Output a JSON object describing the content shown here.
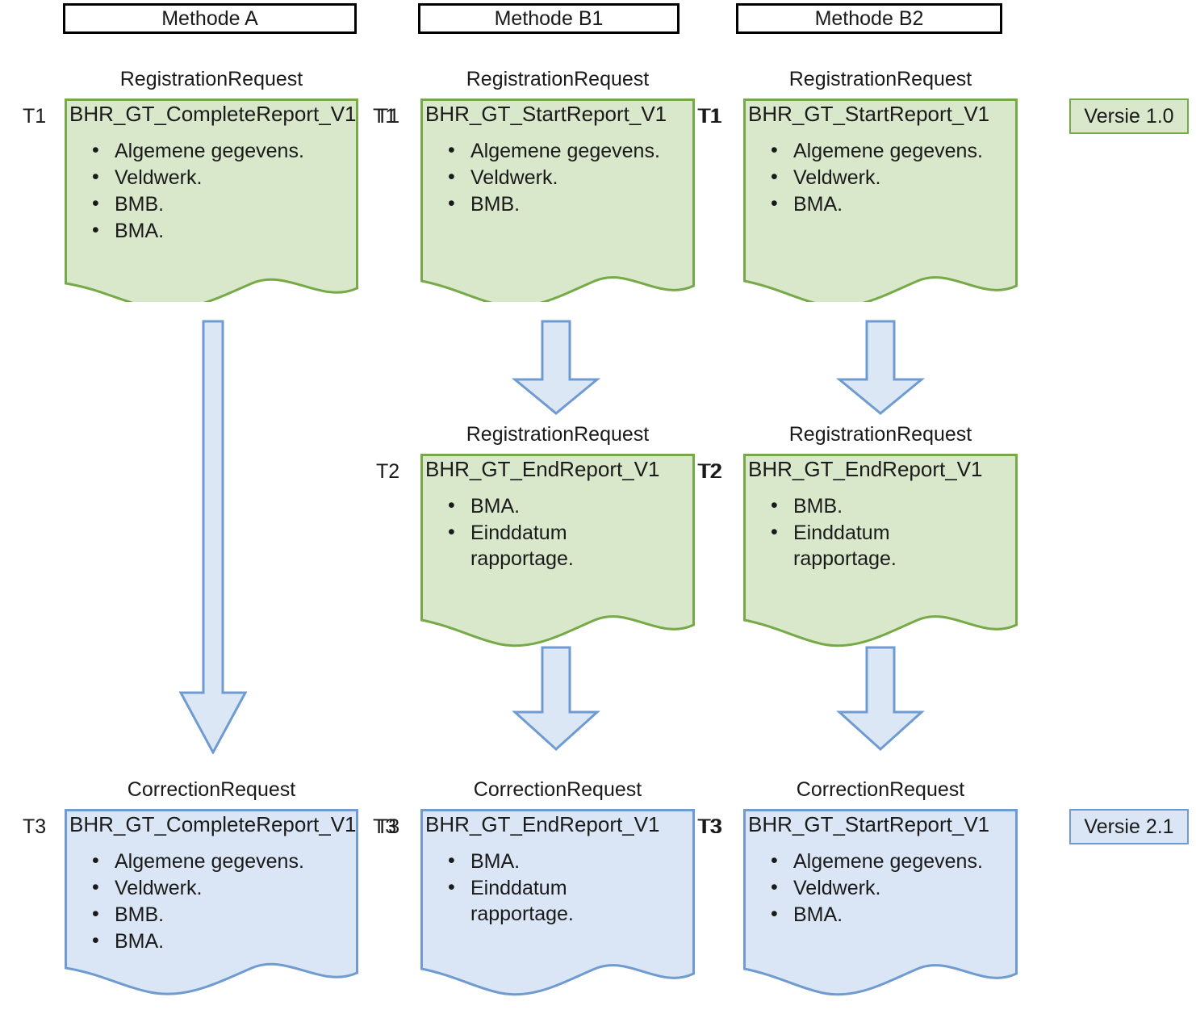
{
  "columns": [
    {
      "id": "a",
      "header": "Methode A"
    },
    {
      "id": "b1",
      "header": "Methode B1"
    },
    {
      "id": "b2",
      "header": "Methode B2"
    }
  ],
  "legend": {
    "version_old": "Versie 1.0",
    "version_new": "Versie 2.1"
  },
  "colors": {
    "green_fill": "#d9e8cb",
    "green_stroke": "#76aa48",
    "blue_fill": "#dae6f5",
    "blue_stroke": "#6f9bd1",
    "arrow_fill": "#dce7f6",
    "arrow_stroke": "#6f9bd1",
    "header_stroke": "#000000"
  },
  "documents": {
    "a_t1": {
      "caption": "RegistrationRequest",
      "title": "BHR_GT_CompleteReport_V1",
      "items": [
        "Algemene gegevens.",
        "Veldwerk.",
        "BMB.",
        "BMA."
      ],
      "time_left": "T1",
      "time_right": "T1"
    },
    "a_t3": {
      "caption": "CorrectionRequest",
      "title": "BHR_GT_CompleteReport_V1",
      "items": [
        "Algemene gegevens.",
        "Veldwerk.",
        "BMB.",
        "BMA."
      ],
      "time_left": "T3",
      "time_right": "T3"
    },
    "b1_t1": {
      "caption": "RegistrationRequest",
      "title": "BHR_GT_StartReport_V1",
      "items": [
        "Algemene gegevens.",
        "Veldwerk.",
        "BMB."
      ],
      "time_left": "T1",
      "time_right": "T1"
    },
    "b1_t2": {
      "caption": "RegistrationRequest",
      "title": "BHR_GT_EndReport_V1",
      "items": [
        "BMA.",
        "Einddatum rapportage."
      ],
      "time_left": "T2",
      "time_right": "T2"
    },
    "b1_t3": {
      "caption": "CorrectionRequest",
      "title": "BHR_GT_EndReport_V1",
      "items": [
        "BMA.",
        "Einddatum rapportage."
      ],
      "time_left": "T3",
      "time_right": "T3"
    },
    "b2_t1": {
      "caption": "RegistrationRequest",
      "title": "BHR_GT_StartReport_V1",
      "items": [
        "Algemene gegevens.",
        "Veldwerk.",
        "BMA."
      ],
      "time_left": "T1",
      "time_right": ""
    },
    "b2_t2": {
      "caption": "RegistrationRequest",
      "title": "BHR_GT_EndReport_V1",
      "items": [
        "BMB.",
        "Einddatum rapportage."
      ],
      "time_left": "T2",
      "time_right": ""
    },
    "b2_t3": {
      "caption": "CorrectionRequest",
      "title": "BHR_GT_StartReport_V1",
      "items": [
        "Algemene gegevens.",
        "Veldwerk.",
        "BMA."
      ],
      "time_left": "T3",
      "time_right": ""
    }
  }
}
